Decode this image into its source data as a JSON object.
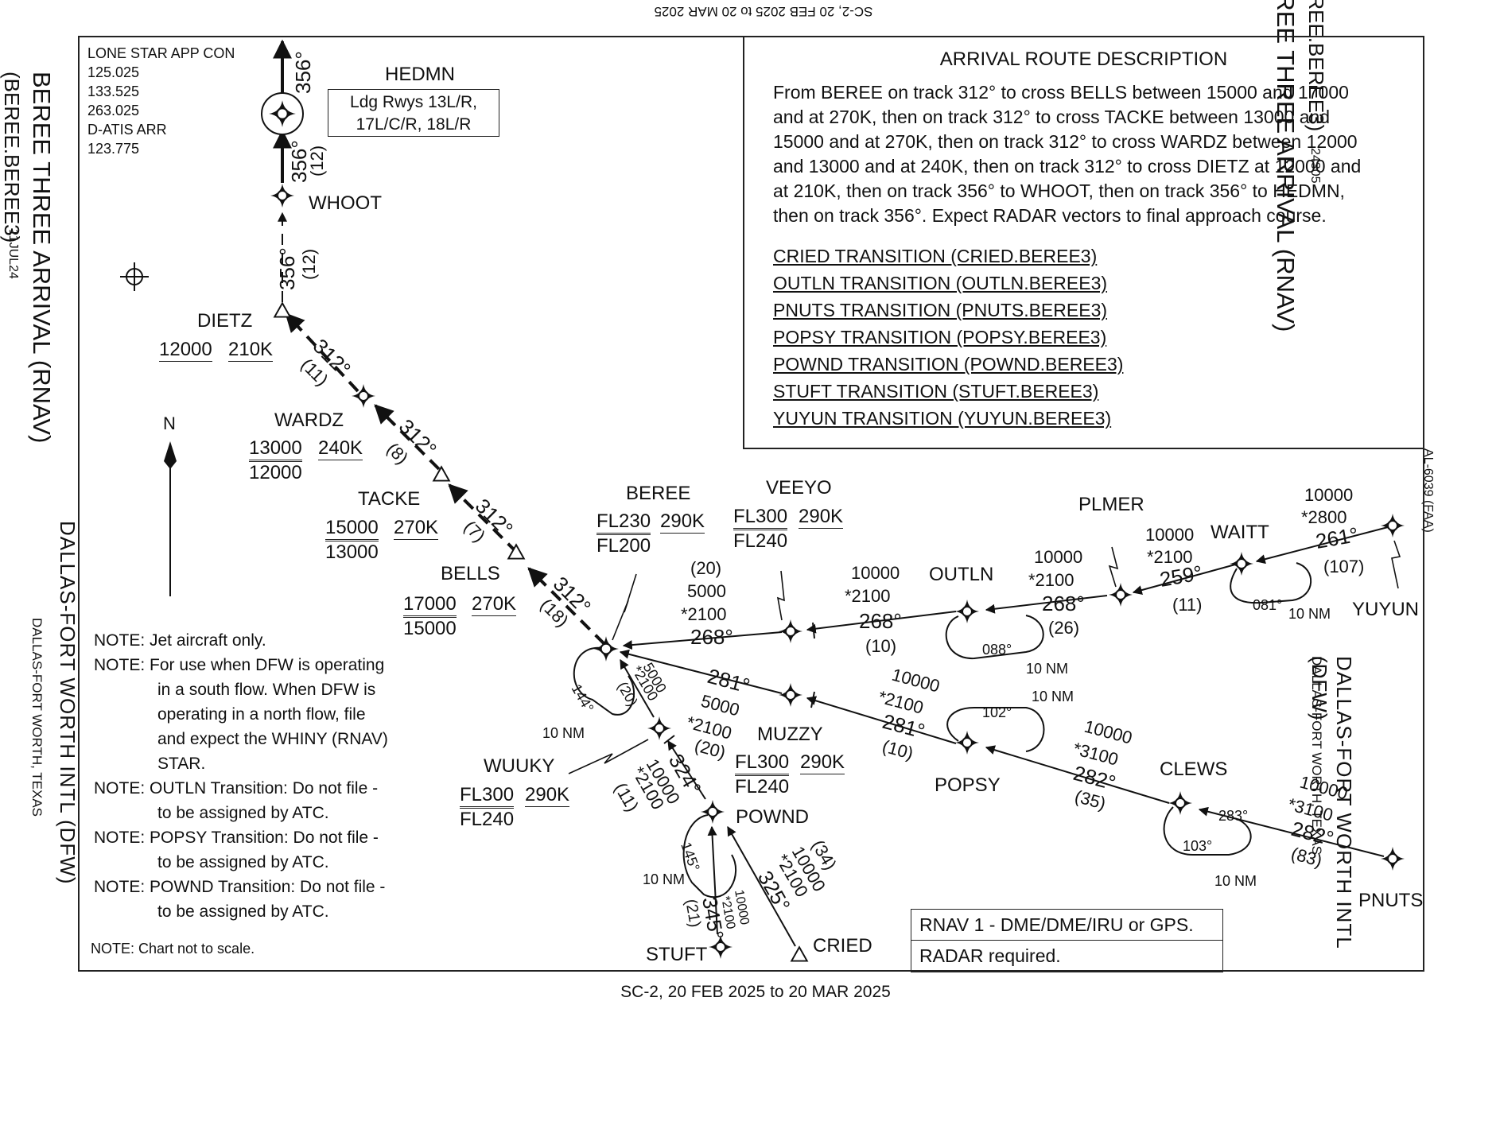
{
  "header": {
    "top_banner": "SC-2, 20 FEB 2025 to 20 MAR 2025",
    "bottom_banner": "SC-2,  20 FEB 2025  to  20 MAR 2025"
  },
  "title": {
    "name": "BEREE THREE ARRIVAL (RNAV)",
    "code": "(BEREE.BEREE3)",
    "amend_left": "11JUL24",
    "amend_right": "24305",
    "airport": "DALLAS-FORT WORTH INTL (DFW)",
    "city": "DALLAS-FORT WORTH, TEXAS",
    "doc_id": "AL-6039 (FAA)"
  },
  "comms": {
    "name": "LONE STAR APP CON",
    "freqs": [
      "125.025",
      "133.525",
      "263.025"
    ],
    "atis_label": "D-ATIS ARR",
    "atis_freq": "123.775"
  },
  "hedmn_box": {
    "name": "HEDMN",
    "line1": "Ldg Rwys 13L/R,",
    "line2": "17L/C/R, 18L/R"
  },
  "north_label": "N",
  "route_desc": {
    "heading": "ARRIVAL ROUTE DESCRIPTION",
    "lines": [
      "From BEREE on track 312° to cross BELLS between 15000 and 17000",
      "and at 270K, then on track 312° to cross TACKE between 13000 and",
      "15000 and at 270K, then on track 312° to cross WARDZ between 12000",
      "and 13000 and at 240K, then on track 312° to cross DIETZ at 12000 and",
      "at 210K, then on track 356° to WHOOT, then on track 356° to HEDMN,",
      "then on track 356°. Expect RADAR vectors to final approach course."
    ],
    "transitions": [
      "CRIED TRANSITION (CRIED.BEREE3)",
      "OUTLN TRANSITION (OUTLN.BEREE3)",
      "PNUTS TRANSITION (PNUTS.BEREE3)",
      "POPSY TRANSITION (POPSY.BEREE3)",
      "POWND TRANSITION (POWND.BEREE3)",
      "STUFT TRANSITION (STUFT.BEREE3)",
      "YUYUN TRANSITION (YUYUN.BEREE3)"
    ]
  },
  "notes": {
    "n1": "NOTE: Jet aircraft only.",
    "n2a": "NOTE: For use when DFW is operating",
    "n2b": "in a south flow. When DFW is",
    "n2c": "operating in a north flow, file",
    "n2d": "and expect the WHINY (RNAV)",
    "n2e": "STAR.",
    "n3a": "NOTE: OUTLN Transition: Do not file -",
    "n3b": "to be assigned by ATC.",
    "n4a": "NOTE: POPSY Transition: Do not file -",
    "n4b": "to be assigned by ATC.",
    "n5a": "NOTE: POWND Transition: Do not file -",
    "n5b": "to be assigned by ATC.",
    "scale": "NOTE:  Chart not to scale."
  },
  "rnav_box": {
    "line1": "RNAV 1 - DME/DME/IRU or GPS.",
    "line2": "RADAR required."
  },
  "fixes": {
    "hedmn": "HEDMN",
    "whoot": "WHOOT",
    "dietz": "DIETZ",
    "wardz": "WARDZ",
    "tacke": "TACKE",
    "bells": "BELLS",
    "beree": "BEREE",
    "veeyo": "VEEYO",
    "outln": "OUTLN",
    "plmer": "PLMER",
    "waitt": "WAITT",
    "yuyun": "YUYUN",
    "muzzy": "MUZZY",
    "popsy": "POPSY",
    "clews": "CLEWS",
    "pnuts": "PNUTS",
    "wuuky": "WUUKY",
    "pownd": "POWND",
    "stuft": "STUFT",
    "cried": "CRIED"
  },
  "constraints": {
    "dietz": [
      "12000",
      "210K"
    ],
    "wardz": [
      "13000",
      "240K",
      "12000"
    ],
    "tacke": [
      "15000",
      "270K",
      "13000"
    ],
    "bells": [
      "17000",
      "270K",
      "15000"
    ],
    "beree": [
      "FL230",
      "290K",
      "FL200"
    ],
    "veeyo": [
      "FL300",
      "290K",
      "FL240"
    ],
    "muzzy": [
      "FL300",
      "290K",
      "FL240"
    ],
    "wuuky": [
      "FL300",
      "290K",
      "FL240"
    ]
  },
  "legs": {
    "hedmn_out": "356°",
    "whoot_hedmn": "356°",
    "whoot_hedmn_d": "(12)",
    "dietz_whoot": "356°",
    "dietz_whoot_d": "(12)",
    "wardz_dietz": "312°",
    "wardz_dietz_d": "(11)",
    "tacke_wardz": "312°",
    "tacke_wardz_d": "(8)",
    "bells_tacke": "312°",
    "bells_tacke_d": "(7)",
    "beree_bells": "312°",
    "beree_bells_d": "(18)",
    "veeyo_beree": "268°",
    "veeyo_beree_d": "(20)",
    "veeyo_beree_a1": "5000",
    "veeyo_beree_a2": "*2100",
    "outln_veeyo": "268°",
    "outln_veeyo_d": "(10)",
    "outln_veeyo_a1": "10000",
    "outln_veeyo_a2": "*2100",
    "plmer_outln": "268°",
    "plmer_outln_d": "(26)",
    "plmer_outln_a1": "10000",
    "plmer_outln_a2": "*2100",
    "waitt_plmer": "259°",
    "waitt_plmer_d": "(11)",
    "waitt_plmer_a1": "10000",
    "waitt_plmer_a2": "*2100",
    "yuyun_waitt": "261°",
    "yuyun_waitt_d": "(107)",
    "yuyun_waitt_a1": "10000",
    "yuyun_waitt_a2": "*2800",
    "muzzy_beree": "281°",
    "muzzy_beree_d": "(20)",
    "muzzy_beree_a1": "5000",
    "muzzy_beree_a2": "*2100",
    "popsy_muzzy": "281°",
    "popsy_muzzy_d": "(10)",
    "popsy_muzzy_a1": "10000",
    "popsy_muzzy_a2": "*2100",
    "clews_popsy": "282°",
    "clews_popsy_d": "(35)",
    "clews_popsy_a1": "10000",
    "clews_popsy_a2": "*3100",
    "pnuts_clews": "282°",
    "pnuts_clews_d": "(83)",
    "pnuts_clews_a1": "10000",
    "pnuts_clews_a2": "*3100",
    "wuuky_beree_d": "(20)",
    "wuuky_beree_a1": "5000",
    "wuuky_beree_a2": "*2100",
    "pownd_wuuky": "324°",
    "pownd_wuuky_d": "(11)",
    "pownd_wuuky_a1": "10000",
    "pownd_wuuky_a2": "*2100",
    "stuft_pownd": "345°",
    "stuft_pownd_d": "(21)",
    "stuft_pownd_a1": "10000",
    "stuft_pownd_a2": "*2100",
    "cried_pownd": "325°",
    "cried_pownd_d": "(34)",
    "cried_pownd_a1": "10000",
    "cried_pownd_a2": "*2100"
  },
  "holds": {
    "outln_crs": "088°",
    "outln_len": "10 NM",
    "waitt_crs": "081°",
    "waitt_len": "10 NM",
    "popsy_crs": "102°",
    "popsy_len": "10 NM",
    "clews_crs1": "283°",
    "clews_crs2": "103°",
    "clews_len": "10 NM",
    "beree_crs": "144°",
    "beree_len": "10 NM",
    "pownd_crs": "145°",
    "pownd_len": "10 NM"
  },
  "colors": {
    "ink": "#111111",
    "paper": "#ffffff"
  }
}
